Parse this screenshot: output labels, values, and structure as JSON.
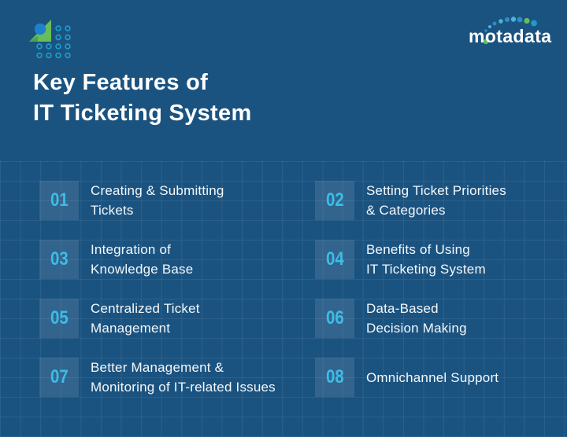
{
  "brand": {
    "wordmark": "motadata",
    "mark_icon": "motadata-triangle-dots-mark",
    "wordmark_icon": "motadata-dotted-arc-logo"
  },
  "header": {
    "title_line1": "Key Features of",
    "title_line2": "IT Ticketing System"
  },
  "items": [
    {
      "number": "01",
      "line1": "Creating & Submitting",
      "line2": "Tickets"
    },
    {
      "number": "02",
      "line1": "Setting Ticket Priorities",
      "line2": "& Categories"
    },
    {
      "number": "03",
      "line1": "Integration of",
      "line2": "Knowledge Base"
    },
    {
      "number": "04",
      "line1": "Benefits of Using",
      "line2": "IT Ticketing System"
    },
    {
      "number": "05",
      "line1": "Centralized Ticket",
      "line2": "Management"
    },
    {
      "number": "06",
      "line1": "Data-Based",
      "line2": "Decision Making"
    },
    {
      "number": "07",
      "line1": "Better Management &",
      "line2": "Monitoring of IT-related Issues"
    },
    {
      "number": "08",
      "line1": "Omnichannel Support",
      "line2": ""
    }
  ],
  "colors": {
    "background": "#1b5380",
    "grid_line": "rgba(255,255,255,0.07)",
    "badge_background": "rgba(255,255,255,0.10)",
    "number_accent": "#3cbde6",
    "text": "#f4f8fb",
    "logo_green": "#68bd5b",
    "logo_blue": "#1f80ce",
    "dot_teal": "#1d9ccb"
  }
}
